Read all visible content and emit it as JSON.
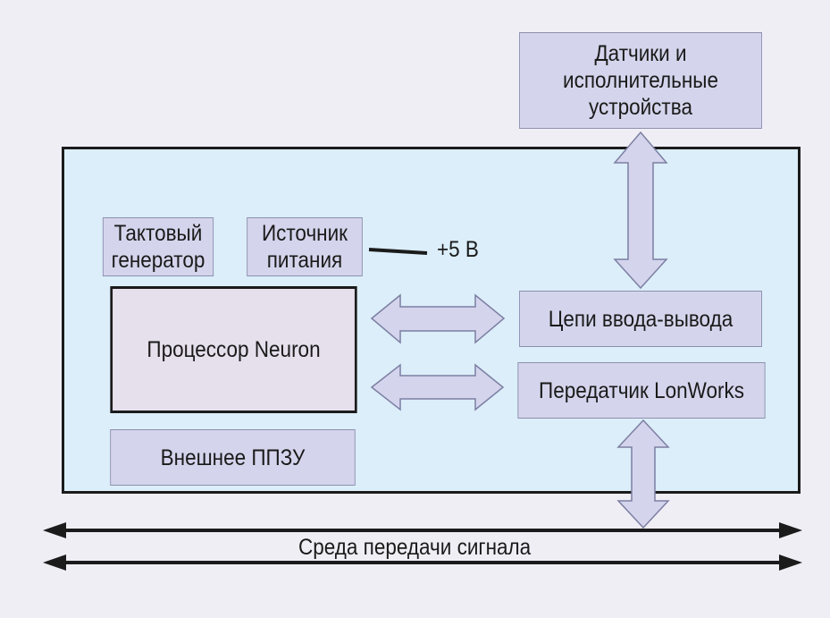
{
  "blocks": {
    "sensors": "Датчики и\nисполнительные\nустройства",
    "clock": "Тактовый\nгенератор",
    "power": "Источник\nпитания",
    "cpu": "Процессор Neuron",
    "io": "Цепи ввода-вывода",
    "transceiver": "Передатчик LonWorks",
    "eprom": "Внешнее ППЗУ"
  },
  "labels": {
    "voltage": "+5 В",
    "medium": "Среда передачи сигнала"
  },
  "colors": {
    "background": "#f0eef5",
    "board": "#dbeef9",
    "block": "#d4d5ec",
    "cpu": "#e6dfec",
    "line": "#1b1b1b"
  }
}
